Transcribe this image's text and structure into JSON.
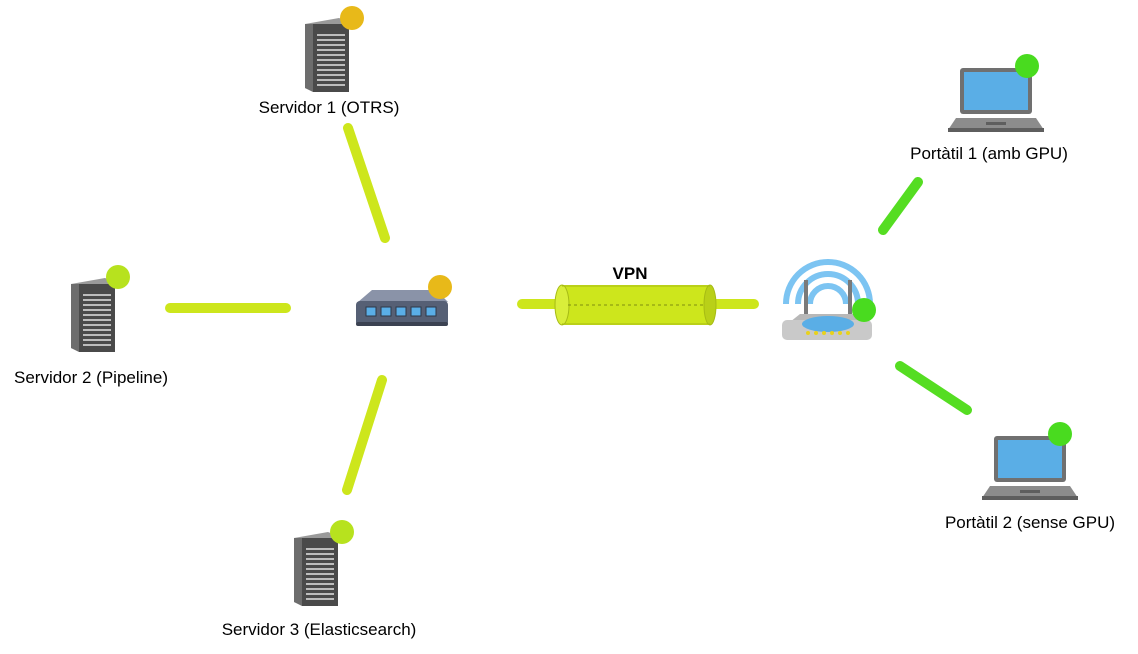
{
  "colors": {
    "link_yellow_green": "#cde61c",
    "link_green": "#55dd22",
    "status_yellow": "#e8b919",
    "status_light_green": "#b7e21e",
    "status_green": "#49db1f",
    "server_dark": "#4a4a4a",
    "server_mid": "#6d6d6d",
    "server_light": "#9a9a9a",
    "laptop_screen": "#5aaee6",
    "laptop_body": "#707070",
    "wifi_arc": "#7cc4f2",
    "router_accent": "#5aaee6",
    "switch_body": "#566075"
  },
  "nodes": {
    "server1": {
      "label": "Servidor 1 (OTRS)",
      "icon": "server-icon",
      "status": "yellow"
    },
    "server2": {
      "label": "Servidor 2 (Pipeline)",
      "icon": "server-icon",
      "status": "light-green"
    },
    "server3": {
      "label": "Servidor 3 (Elasticsearch)",
      "icon": "server-icon",
      "status": "light-green"
    },
    "switch": {
      "icon": "network-switch-icon",
      "status": "yellow"
    },
    "router": {
      "icon": "wifi-router-icon",
      "status": "green"
    },
    "laptop1": {
      "label": "Portàtil 1 (amb GPU)",
      "icon": "laptop-icon",
      "status": "green"
    },
    "laptop2": {
      "label": "Portàtil 2 (sense GPU)",
      "icon": "laptop-icon",
      "status": "green"
    }
  },
  "vpn": {
    "label": "VPN",
    "icon": "vpn-tunnel-icon"
  }
}
